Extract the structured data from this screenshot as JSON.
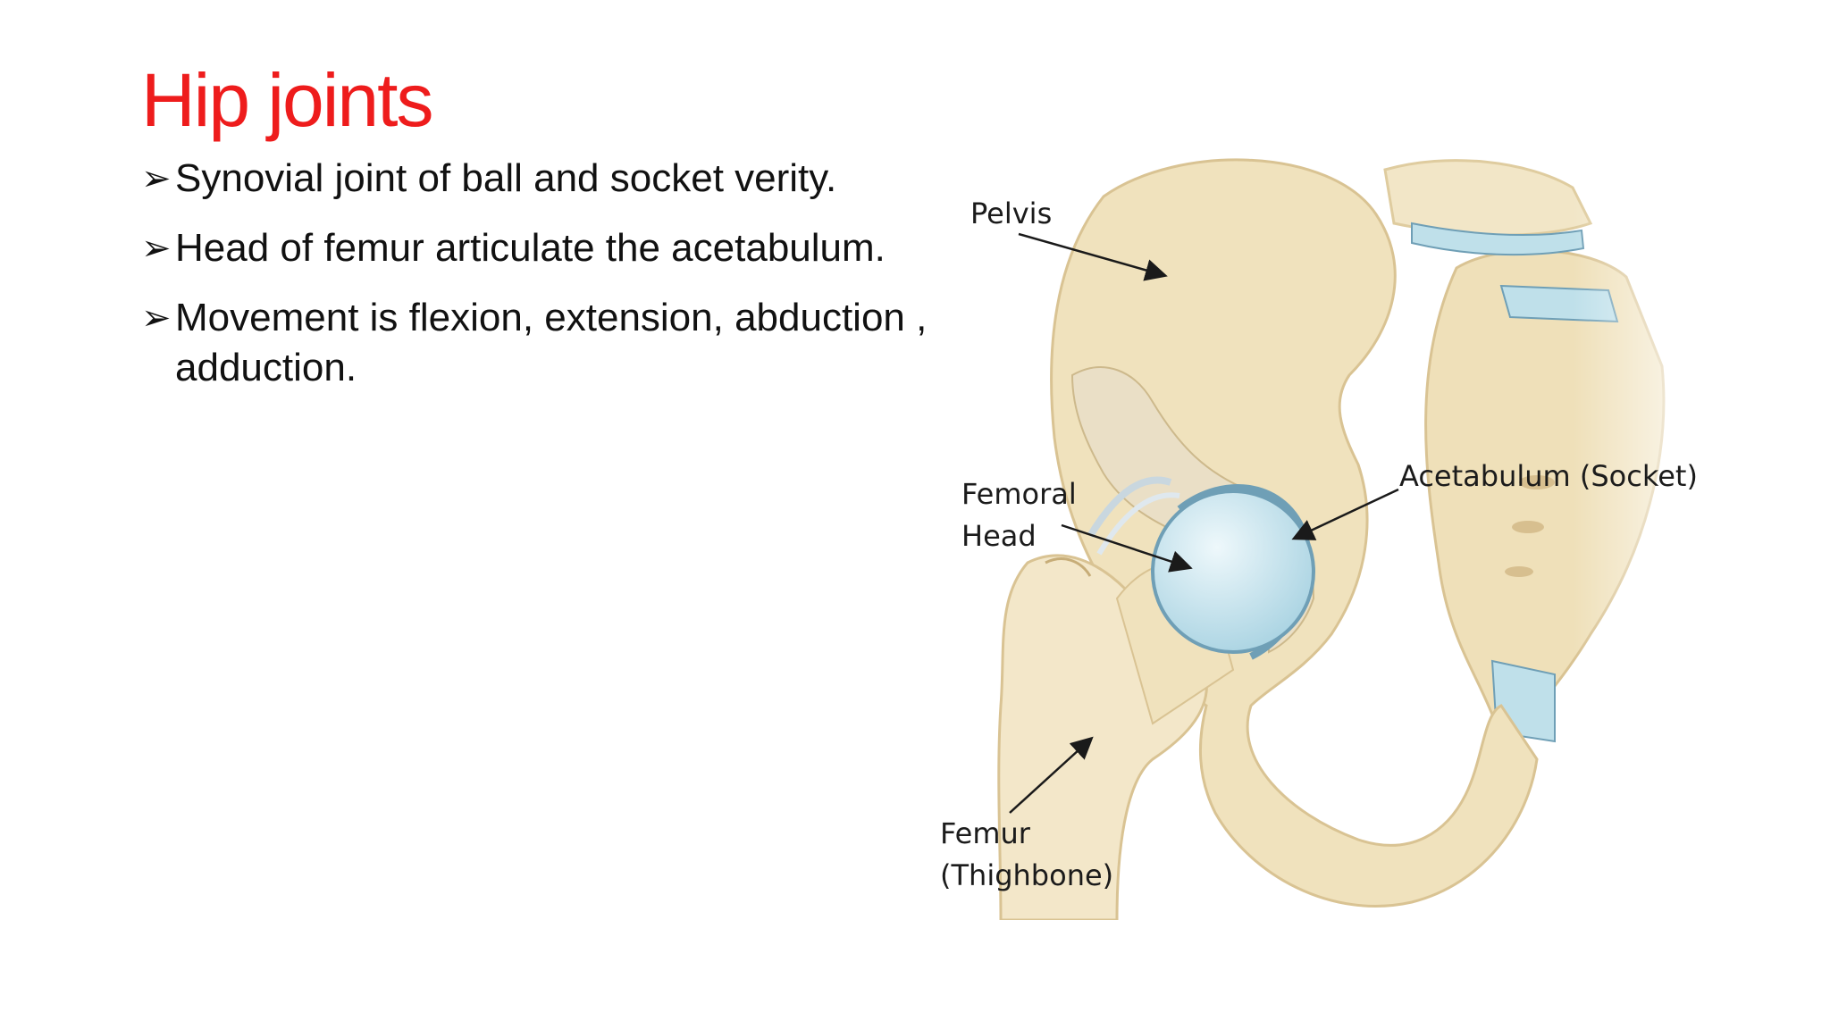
{
  "slide": {
    "title": "Hip joints",
    "bullet_marker": "➢",
    "bullets": [
      "Synovial joint of ball and socket verity.",
      "Head of femur articulate the acetabulum.",
      "Movement is flexion, extension, abduction , adduction."
    ]
  },
  "diagram": {
    "labels": {
      "pelvis": "Pelvis",
      "acetabulum": "Acetabulum (Socket)",
      "femoral_head": "Femoral\nHead",
      "femur": "Femur\n(Thighbone)"
    },
    "colors": {
      "bone": "#f0e2bd",
      "bone_shadow": "#d9c393",
      "cartilage": "#bfe0ea",
      "cartilage_edge": "#6f9fb6",
      "arrow": "#1a1a1a"
    }
  }
}
